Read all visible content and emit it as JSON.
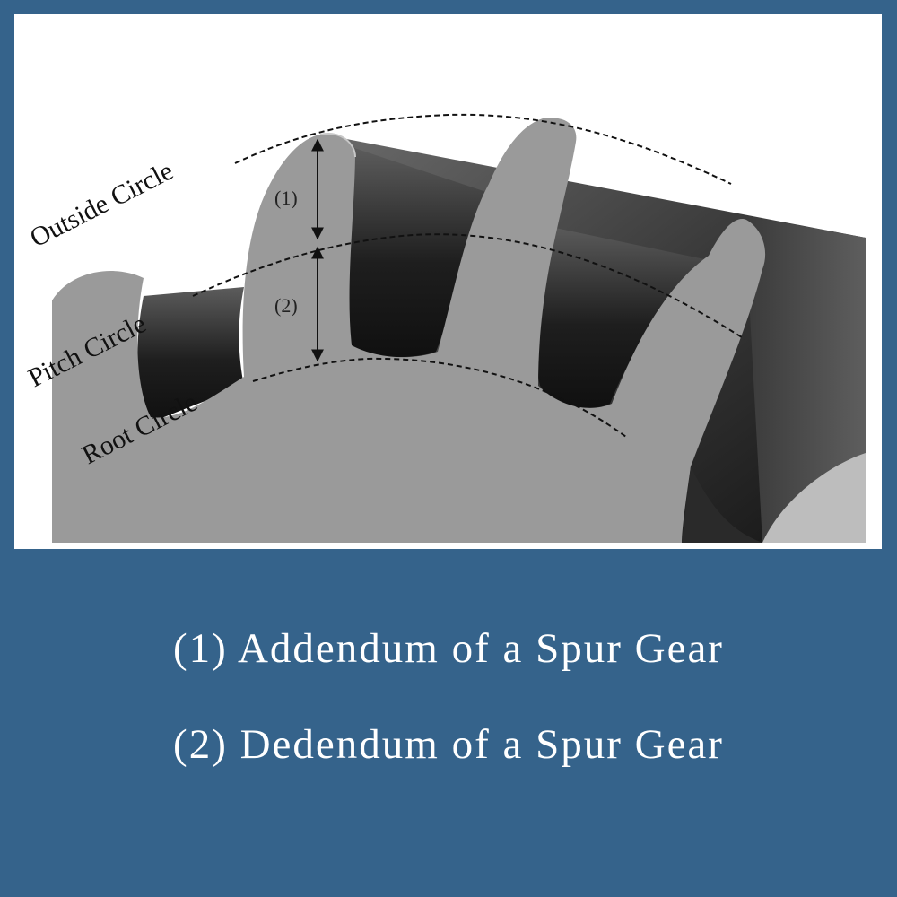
{
  "figure": {
    "labels": {
      "outside_circle": "Outside Circle",
      "pitch_circle": "Pitch Circle",
      "root_circle": "Root Circle",
      "marker_1": "(1)",
      "marker_2": "(2)"
    },
    "colors": {
      "panel_bg": "#ffffff",
      "frame_bg": "#35638b",
      "gear_face": "#9a9a9a",
      "gear_dark": "#1a1a1a",
      "gear_mid": "#5a5a5a",
      "dashed_line": "#111111",
      "root_label_on_gear": "#ffffff"
    }
  },
  "captions": {
    "line1": "(1) Addendum of a Spur Gear",
    "line2": "(2) Dedendum of a Spur Gear"
  }
}
